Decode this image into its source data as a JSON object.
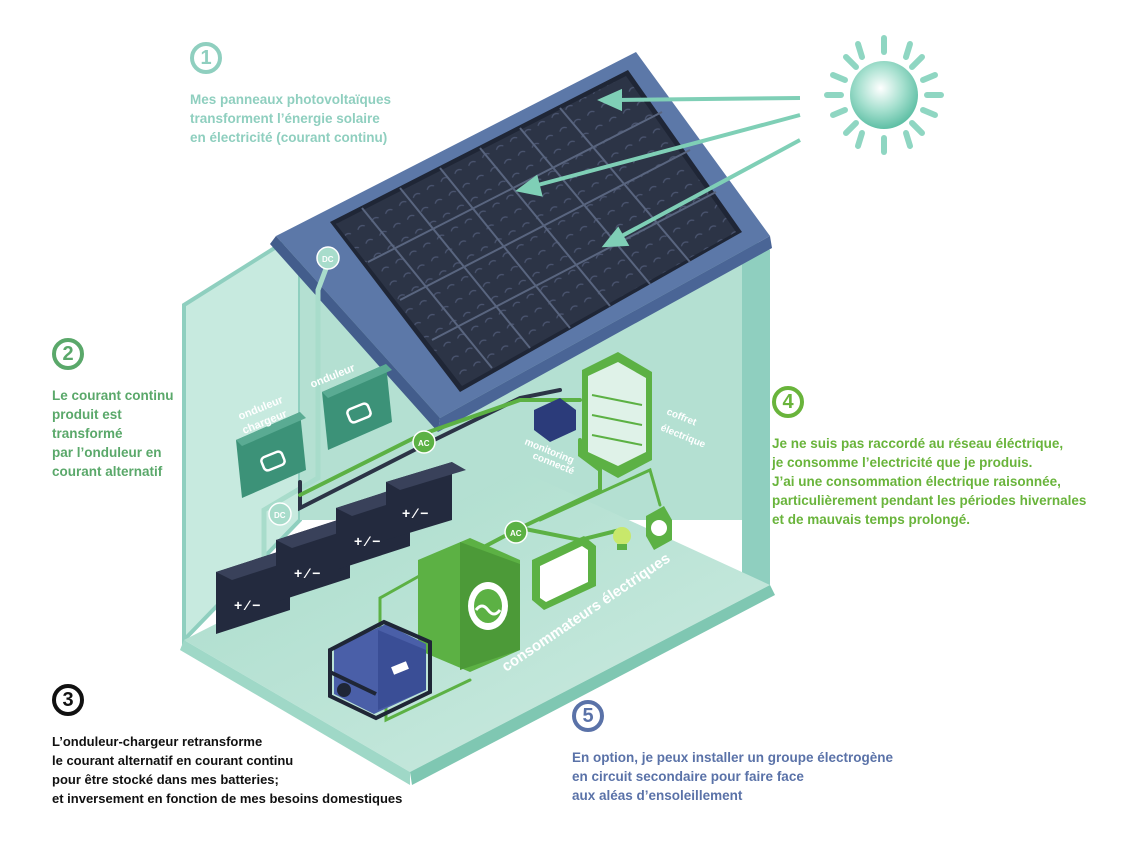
{
  "steps": [
    {
      "number": "1",
      "lines": [
        "Mes panneaux photovoltaïques",
        "transforment l’énergie solaire",
        "en électricité (courant continu)"
      ]
    },
    {
      "number": "2",
      "lines": [
        "Le courant continu",
        "produit est",
        "transformé",
        "par l’onduleur en",
        "courant alternatif"
      ]
    },
    {
      "number": "3",
      "lines": [
        "L’onduleur-chargeur retransforme",
        "le courant alternatif en courant continu",
        "pour être stocké dans mes batteries;",
        "et inversement en fonction de mes besoins domestiques"
      ]
    },
    {
      "number": "4",
      "lines": [
        "Je ne suis pas raccordé au réseau éléctrique,",
        "je consomme l’electricité que je produis.",
        "J’ai une consommation électrique raisonnée,",
        "particulièrement pendant les périodes hivernales",
        "et de mauvais temps prolongé."
      ]
    },
    {
      "number": "5",
      "lines": [
        "En option, je peux installer un groupe électrogène",
        "en circuit secondaire pour faire face",
        "aux aléas d’ensoleillement"
      ]
    }
  ],
  "labels": {
    "inverter_charger_1": "onduleur",
    "inverter_charger_2": "chargeur",
    "inverter": "onduleur",
    "monitoring_1": "monitoring",
    "monitoring_2": "connecté",
    "cabinet_1": "coffret",
    "cabinet_2": "électrique",
    "consumers": "consommateurs électriques",
    "dc_top": "DC",
    "dc_low": "DC",
    "ac_1": "AC",
    "ac_2": "AC",
    "battery_sign": "+ ⁄ −"
  },
  "colors": {
    "step1": "#8fcfbf",
    "step2": "#5aa86a",
    "step3": "#111111",
    "step4": "#69b43b",
    "step5": "#5a72a8",
    "wall": "#b9e3d6",
    "wall_dark": "#8fcfbf",
    "roof": "#5c78a8",
    "panel": "#2b3346",
    "green": "#5cb144",
    "teal_device": "#3c9278",
    "battery": "#232a3e"
  }
}
